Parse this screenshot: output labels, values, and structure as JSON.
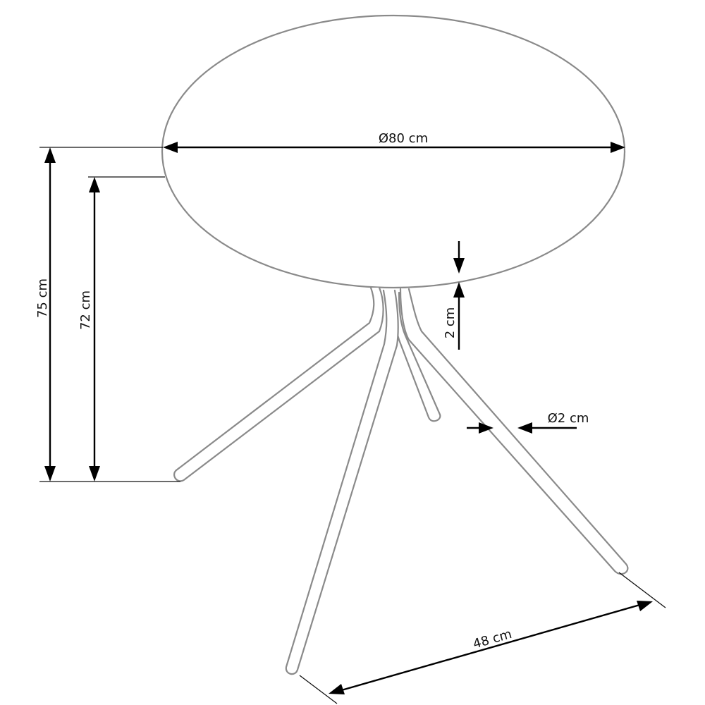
{
  "labels": {
    "diameter": "Ø80 cm",
    "height_total": "75 cm",
    "height_frame": "72 cm",
    "top_thickness": "2 cm",
    "leg_diameter": "Ø2 cm",
    "leg_spread": "48 cm"
  },
  "colors": {
    "outline": "#8a8a8a",
    "dimension": "#000000"
  }
}
